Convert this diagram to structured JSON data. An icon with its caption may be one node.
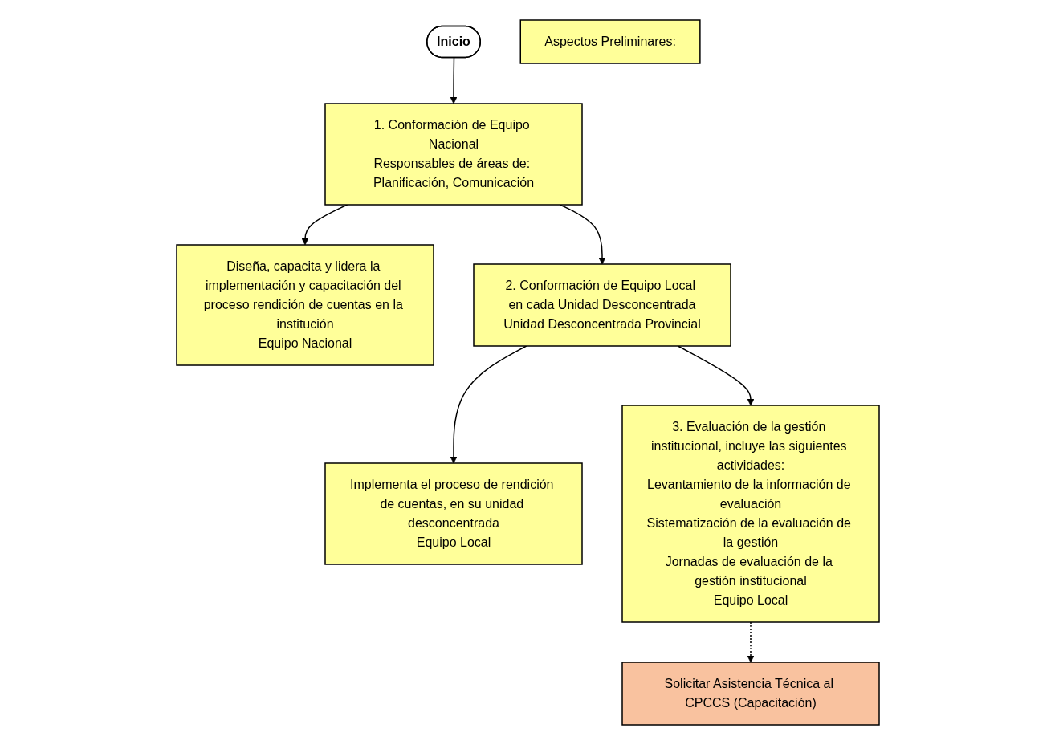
{
  "diagram": {
    "nodes": [
      {
        "text": [
          "Inicio"
        ]
      },
      {
        "text": [
          "Aspectos Preliminares:"
        ]
      },
      {
        "text": [
          "1. Conformación de Equipo Nacional",
          "Responsables de áreas de: Planificación, Comunicación"
        ]
      },
      {
        "text": [
          "Diseña, capacita y lidera la implementación y capacitación del proceso rendición de cuentas en la institución",
          "Equipo Nacional"
        ]
      },
      {
        "text": [
          "2. Conformación de Equipo Local en cada Unidad Desconcentrada",
          "Unidad Desconcentrada Provincial"
        ]
      },
      {
        "text": [
          "Implementa el proceso de rendición de cuentas, en su unidad desconcentrada",
          "Equipo Local"
        ]
      },
      {
        "text": [
          "3. Evaluación de la gestión institucional, incluye las siguientes actividades:",
          "Levantamiento de la información de evaluación",
          "Sistematización de la evaluación de la gestión",
          "Jornadas de evaluación de la gestión institucional",
          "Equipo Local"
        ]
      },
      {
        "text": [
          "Solicitar Asistencia Técnica al CPCCS (Capacitación)"
        ]
      }
    ],
    "edges": [
      {
        "from": 0,
        "to": 2,
        "arrow": "to"
      },
      {
        "from": 2,
        "to": 3,
        "arrow": "to"
      },
      {
        "from": 2,
        "to": 4,
        "arrow": "to"
      },
      {
        "from": 4,
        "to": 5,
        "arrow": "to"
      },
      {
        "from": 4,
        "to": 6,
        "arrow": "to"
      },
      {
        "from": 6,
        "to": 7,
        "arrow": "to",
        "style": "dashed"
      }
    ]
  }
}
